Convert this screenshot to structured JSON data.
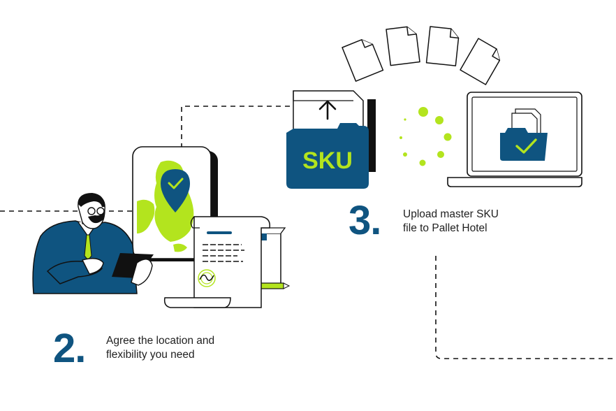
{
  "colors": {
    "primary": "#0f5480",
    "accent": "#b3e41e",
    "ink": "#111111",
    "background": "#ffffff"
  },
  "steps": [
    {
      "number": "2.",
      "text": "Agree the location and\nflexibility you need"
    },
    {
      "number": "3.",
      "text": "Upload master SKU\nfile to Pallet Hotel"
    }
  ],
  "folder_label": "SKU",
  "icons": [
    "document-icon",
    "upload-arrow-icon",
    "folder-icon",
    "checkmark-icon",
    "map-pin-icon",
    "laptop-icon",
    "loading-spinner-icon",
    "contract-scroll-icon",
    "box-icon",
    "tablet-icon"
  ]
}
